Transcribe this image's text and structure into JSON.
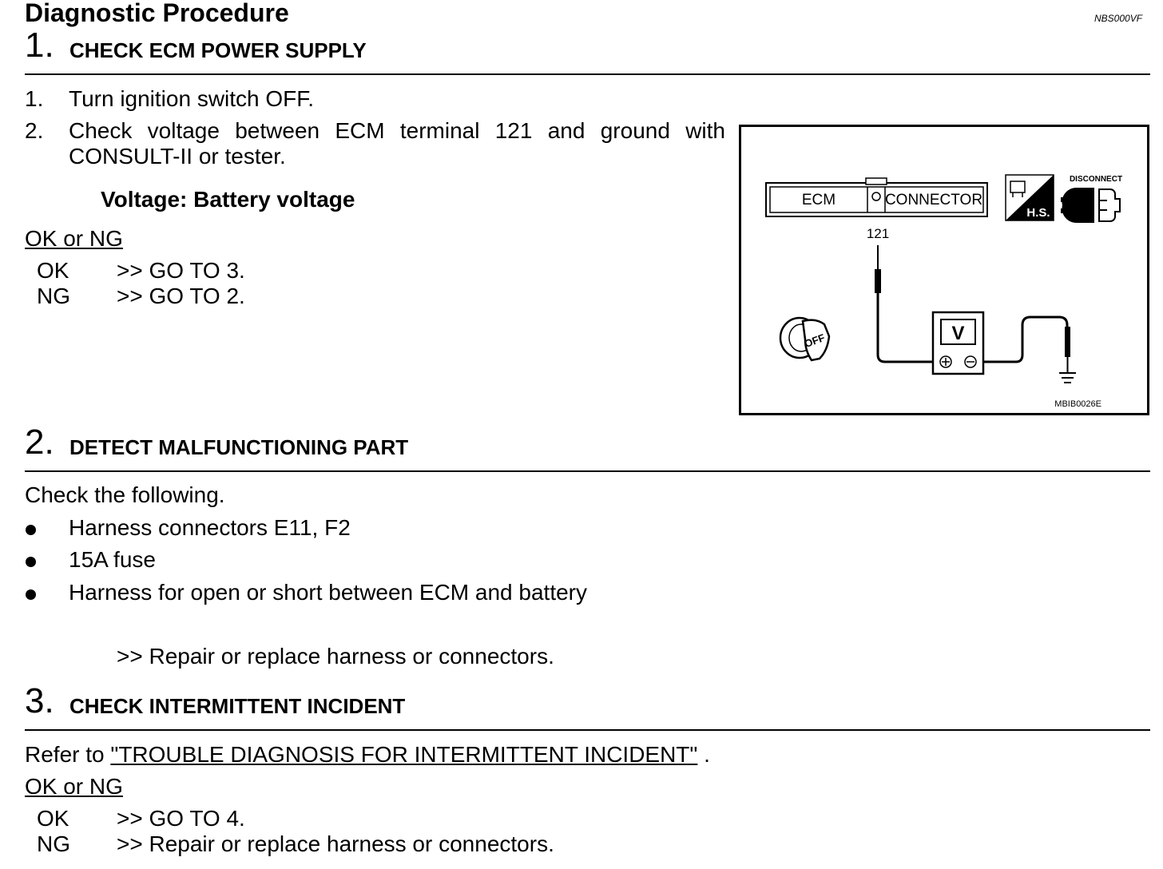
{
  "page": {
    "title": "Diagnostic Procedure",
    "doc_code": "NBS000VF"
  },
  "steps": [
    {
      "number": "1.",
      "title": "CHECK ECM POWER SUPPLY",
      "items": [
        {
          "num": "1.",
          "text": "Turn ignition switch OFF."
        },
        {
          "num": "2.",
          "line1": "Check voltage between ECM terminal 121 and ground with",
          "line2": "CONSULT-II or tester."
        }
      ],
      "spec": "Voltage: Battery voltage",
      "result_label": "OK or NG",
      "results": [
        {
          "code": "OK",
          "action": ">> GO TO 3."
        },
        {
          "code": "NG",
          "action": ">> GO TO 2."
        }
      ]
    },
    {
      "number": "2.",
      "title": "DETECT MALFUNCTIONING PART",
      "intro": "Check the following.",
      "bullets": [
        "Harness connectors E11, F2",
        "15A fuse",
        "Harness for open or short between ECM and battery"
      ],
      "action": ">> Repair or replace harness or connectors."
    },
    {
      "number": "3.",
      "title": "CHECK INTERMITTENT INCIDENT",
      "refer_prefix": "Refer to ",
      "refer_link": "\"TROUBLE DIAGNOSIS FOR INTERMITTENT INCIDENT\"",
      "refer_suffix": " .",
      "result_label": "OK or NG",
      "results": [
        {
          "code": "OK",
          "action": ">> GO TO 4."
        },
        {
          "code": "NG",
          "action": ">> Repair or replace harness or connectors."
        }
      ]
    }
  ],
  "figure": {
    "connector_left": "ECM",
    "connector_right": "CONNECTOR",
    "terminal": "121",
    "meter_label": "V",
    "ignition_label": "OFF",
    "hs_label": "H.S.",
    "disconnect_label": "DISCONNECT",
    "figure_code": "MBIB0026E"
  }
}
